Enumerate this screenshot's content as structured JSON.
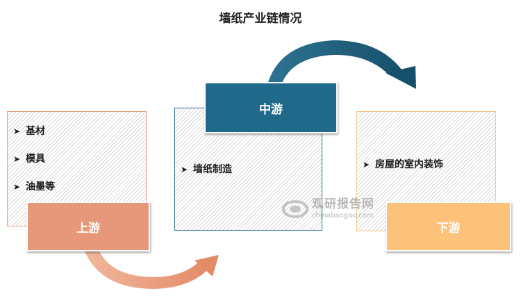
{
  "title": "墙纸产业链情况",
  "upstream": {
    "label": "上游",
    "items": [
      "基材",
      "模具",
      "油墨等"
    ],
    "color": "#e8987a"
  },
  "midstream": {
    "label": "中游",
    "items": [
      "墙纸制造"
    ],
    "color": "#1f6a8a"
  },
  "downstream": {
    "label": "下游",
    "items": [
      "房屋的室内装饰"
    ],
    "color": "#fcc27a"
  },
  "bullet_symbol": "➤",
  "watermark": {
    "brand": "观研报告网",
    "url": "chinabaogao.com"
  }
}
